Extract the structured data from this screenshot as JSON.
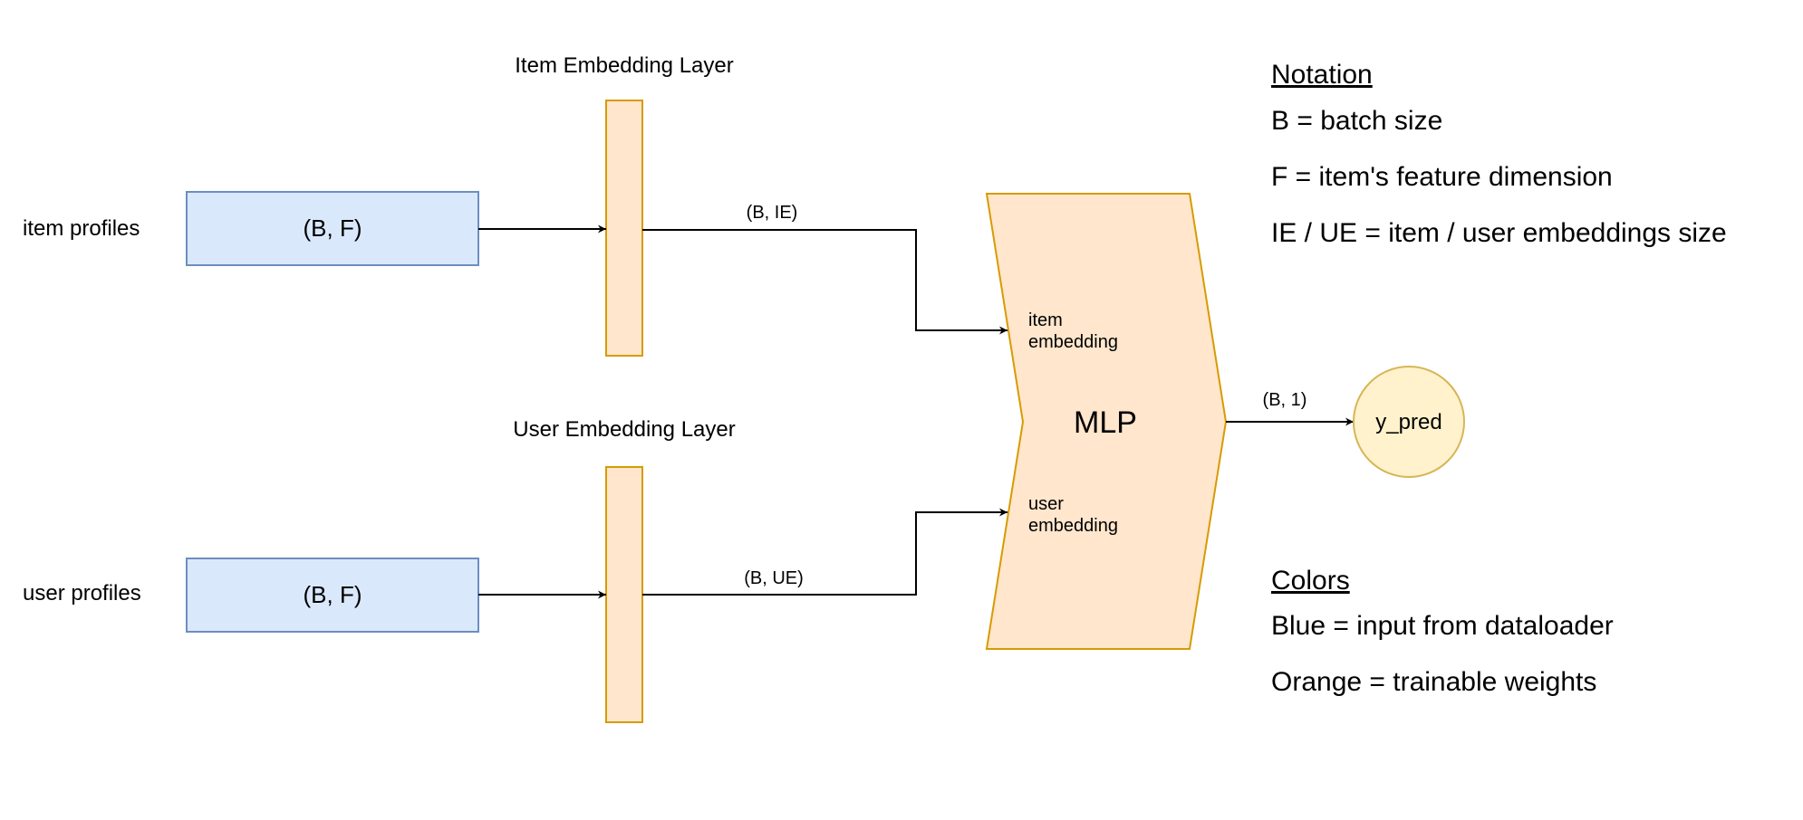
{
  "inputs": {
    "item_label": "item profiles",
    "item_shape": "(B, F)",
    "user_label": "user profiles",
    "user_shape": "(B, F)"
  },
  "layers": {
    "item_title": "Item Embedding Layer",
    "user_title": "User Embedding Layer"
  },
  "edges": {
    "item_out": "(B, IE)",
    "user_out": "(B, UE)",
    "mlp_out": "(B, 1)"
  },
  "mlp": {
    "label": "MLP",
    "item_port_line1": "item",
    "item_port_line2": "embedding",
    "user_port_line1": "user",
    "user_port_line2": "embedding"
  },
  "output": {
    "label": "y_pred"
  },
  "notation": {
    "heading": "Notation",
    "items": [
      "B = batch size",
      "F = item's feature dimension",
      "IE / UE = item / user embeddings size"
    ]
  },
  "colors_legend": {
    "heading": "Colors",
    "items": [
      "Blue = input from dataloader",
      "Orange = trainable weights"
    ]
  },
  "palette": {
    "input_fill": "#dae8fc",
    "input_stroke": "#6c8ebf",
    "weight_fill": "#ffe6cc",
    "weight_stroke": "#d79b00",
    "output_fill": "#fff2cc",
    "output_stroke": "#d6b656"
  }
}
